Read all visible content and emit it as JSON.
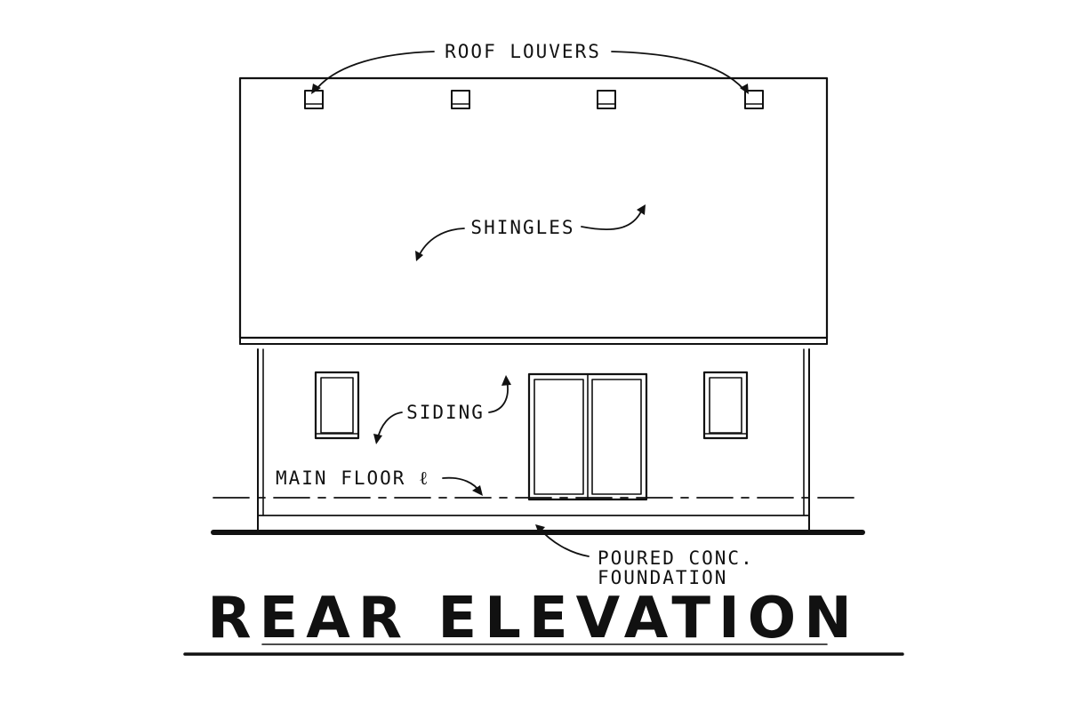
{
  "diagram": {
    "title": "REAR ELEVATION",
    "labels": {
      "roof_louvers": "ROOF LOUVERS",
      "shingles": "SHINGLES",
      "siding": "SIDING",
      "main_floor": "MAIN FLOOR ℓ",
      "foundation_line1": "POURED CONC.",
      "foundation_line2": "FOUNDATION"
    },
    "line_color": "#111111",
    "background": "#ffffff"
  }
}
